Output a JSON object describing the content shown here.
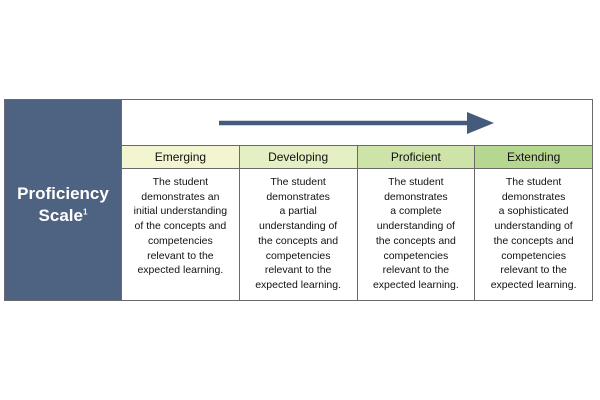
{
  "side": {
    "title_line1": "Proficiency",
    "title_line2": "Scale",
    "footnote_mark": "1"
  },
  "colors": {
    "side_background": "#4e6381",
    "arrow": "#455b7b",
    "emerging": "#f2f5cf",
    "developing": "#e5efc4",
    "proficient": "#cde3a8",
    "extending": "#b6d78f"
  },
  "levels": [
    {
      "label": "Emerging",
      "lines": [
        "The student",
        "demonstrates an",
        "initial understanding",
        "of the concepts and",
        "competencies",
        "relevant to the",
        "expected learning."
      ]
    },
    {
      "label": "Developing",
      "lines": [
        "The student",
        "demonstrates",
        "a partial",
        "understanding of",
        "the concepts and",
        "competencies",
        "relevant to the",
        "expected learning."
      ]
    },
    {
      "label": "Proficient",
      "lines": [
        "The student",
        "demonstrates",
        "a complete",
        "understanding of",
        "the concepts and",
        "competencies",
        "relevant to the",
        "expected learning."
      ]
    },
    {
      "label": "Extending",
      "lines": [
        "The student",
        "demonstrates",
        "a sophisticated",
        "understanding of",
        "the concepts and",
        "competencies",
        "relevant to the",
        "expected learning."
      ]
    }
  ]
}
